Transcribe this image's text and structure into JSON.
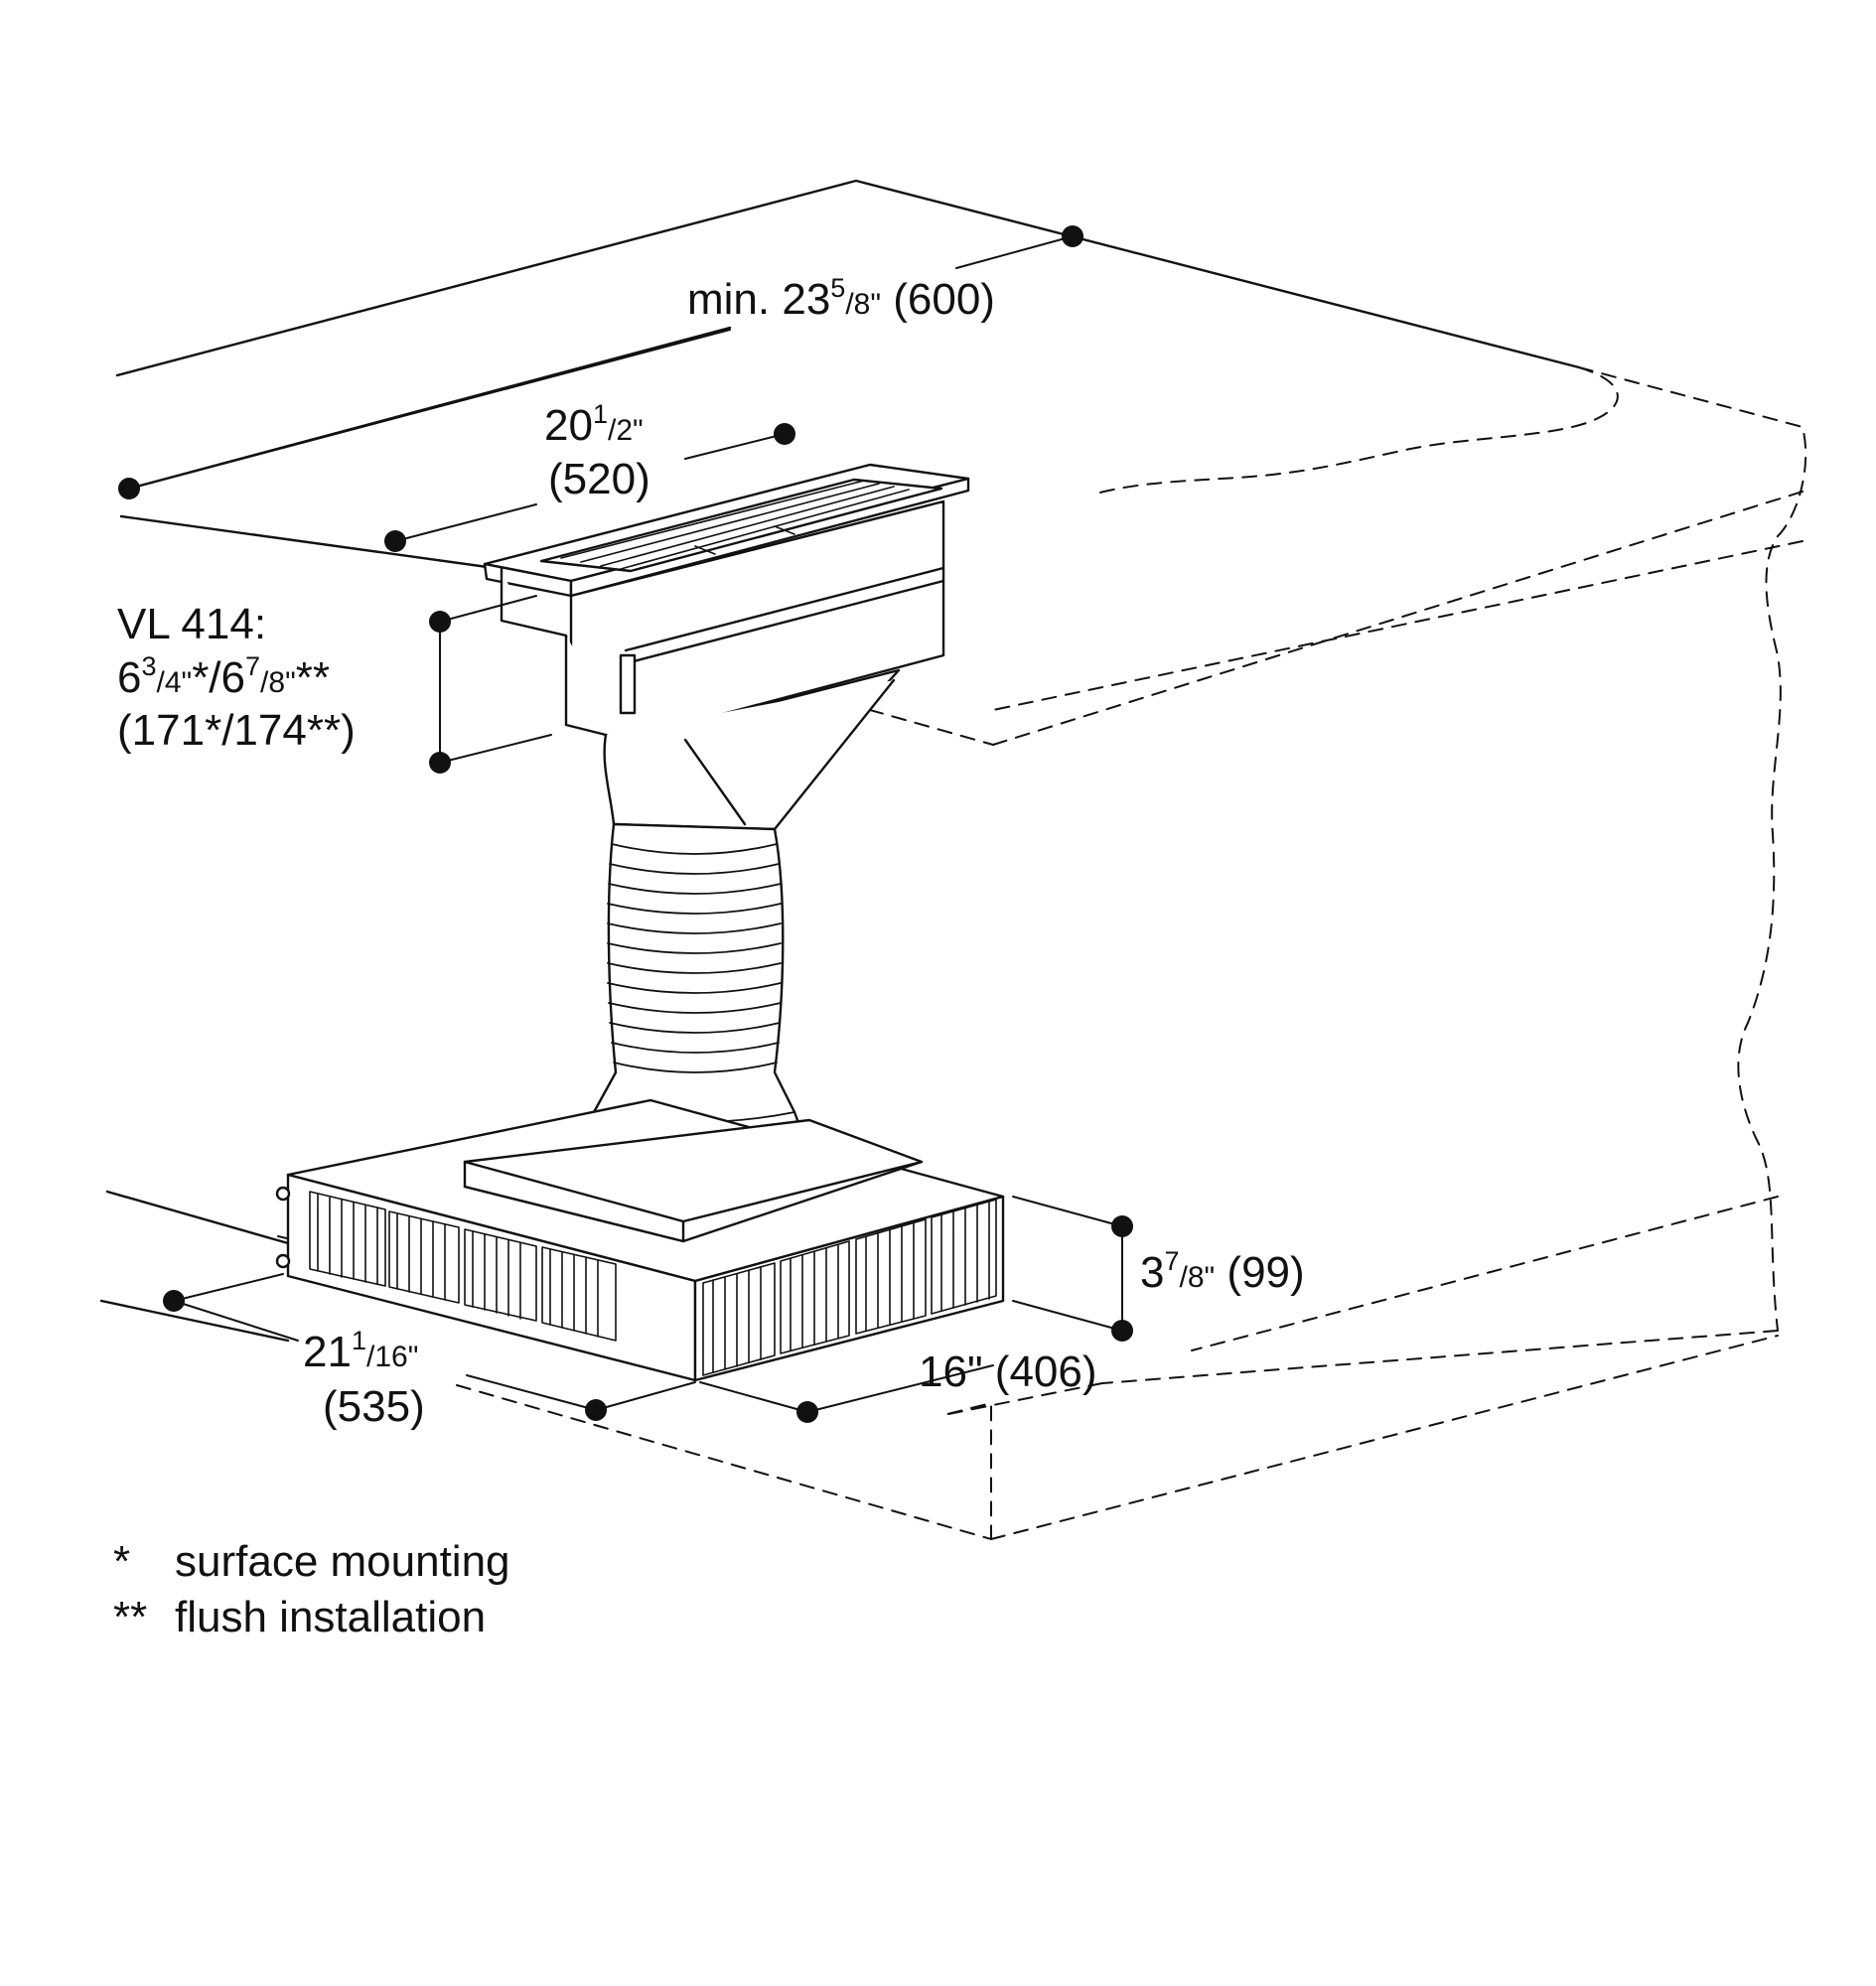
{
  "dimensions": {
    "depth_top": {
      "prefix": "min. 23",
      "num": "5",
      "den": "/8\"",
      "metric": " (600)"
    },
    "width_top": {
      "whole": "20",
      "num": "1",
      "den": "/2\"",
      "metric": "(520)"
    },
    "height_vl": {
      "model": "VL 414:",
      "a_whole": "6",
      "a_num": "3",
      "a_den": "/4\"",
      "a_mark": "*/6",
      "b_num": "7",
      "b_den": "/8\"",
      "b_mark": "**",
      "metric": "(171*/174**)"
    },
    "box_height": {
      "whole": "3",
      "num": "7",
      "den": "/8\"",
      "metric": " (99)"
    },
    "box_width": {
      "whole": "21",
      "num": "1",
      "den": "/16\"",
      "metric": "(535)"
    },
    "box_depth": {
      "text": "16\" (406)"
    }
  },
  "notes": [
    {
      "mark": "*",
      "text": "surface mounting"
    },
    {
      "mark": "**",
      "text": "flush installation"
    }
  ]
}
